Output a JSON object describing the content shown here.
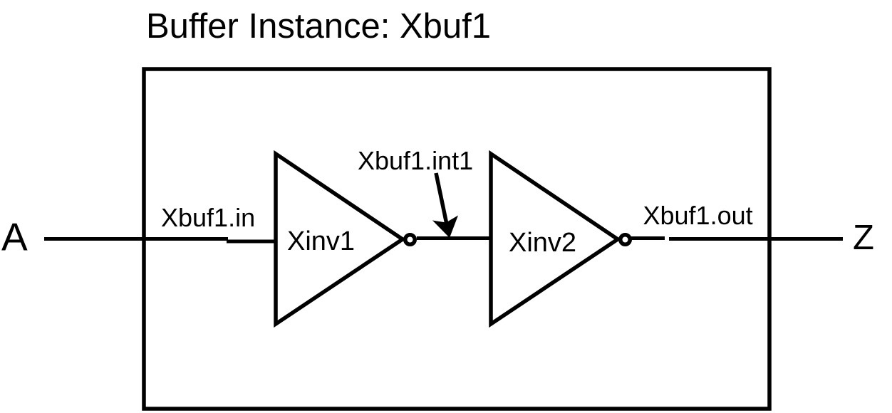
{
  "diagram": {
    "title": "Buffer Instance: Xbuf1",
    "input_port": {
      "label": "A",
      "net_label": "Xbuf1.in"
    },
    "output_port": {
      "label": "Z",
      "net_label": "Xbuf1.out"
    },
    "internal_net": {
      "label": "Xbuf1.int1"
    },
    "gates": [
      {
        "label": "Xinv1"
      },
      {
        "label": "Xinv2"
      }
    ],
    "colors": {
      "stroke": "#000000",
      "background": "#ffffff"
    }
  }
}
